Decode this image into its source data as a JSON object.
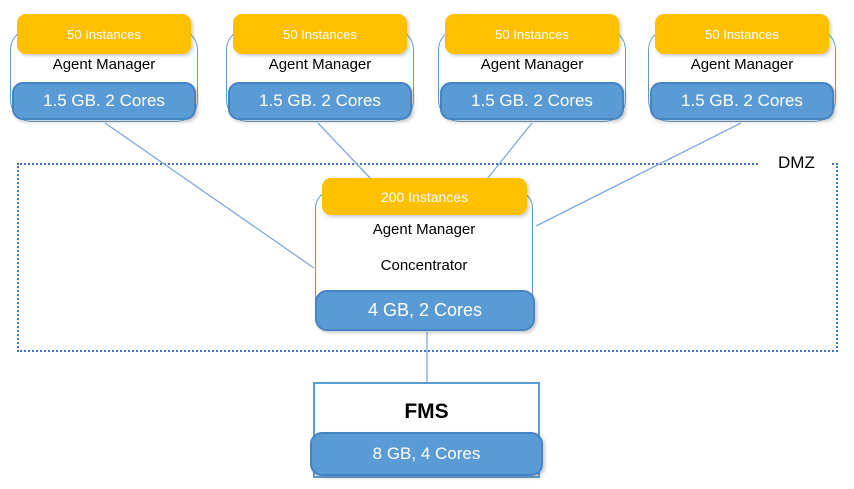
{
  "colors": {
    "badge_yellow": "#FFC000",
    "bar_blue": "#5B9BD5",
    "bar_border": "#4584C4",
    "box_border": "#5B9BD5",
    "dmz_border": "#4472C4",
    "connector_line": "#7FA8D8"
  },
  "dmz": {
    "label": "DMZ"
  },
  "agent_managers": [
    {
      "instances_badge": "50 Instances",
      "title": "Agent Manager",
      "resources": "1.5 GB. 2 Cores"
    },
    {
      "instances_badge": "50 Instances",
      "title": "Agent Manager",
      "resources": "1.5 GB. 2 Cores"
    },
    {
      "instances_badge": "50 Instances",
      "title": "Agent Manager",
      "resources": "1.5 GB. 2 Cores"
    },
    {
      "instances_badge": "50 Instances",
      "title": "Agent Manager",
      "resources": "1.5 GB. 2 Cores"
    }
  ],
  "concentrator": {
    "instances_badge": "200 Instances",
    "title_line1": "Agent Manager",
    "title_line2": "Concentrator",
    "resources": "4 GB, 2 Cores"
  },
  "fms": {
    "title": "FMS",
    "resources": "8 GB, 4 Cores"
  },
  "edges": [
    {
      "from": "agent-manager-1",
      "to": "concentrator"
    },
    {
      "from": "agent-manager-2",
      "to": "concentrator"
    },
    {
      "from": "agent-manager-3",
      "to": "concentrator"
    },
    {
      "from": "agent-manager-4",
      "to": "concentrator"
    },
    {
      "from": "concentrator",
      "to": "fms"
    }
  ]
}
